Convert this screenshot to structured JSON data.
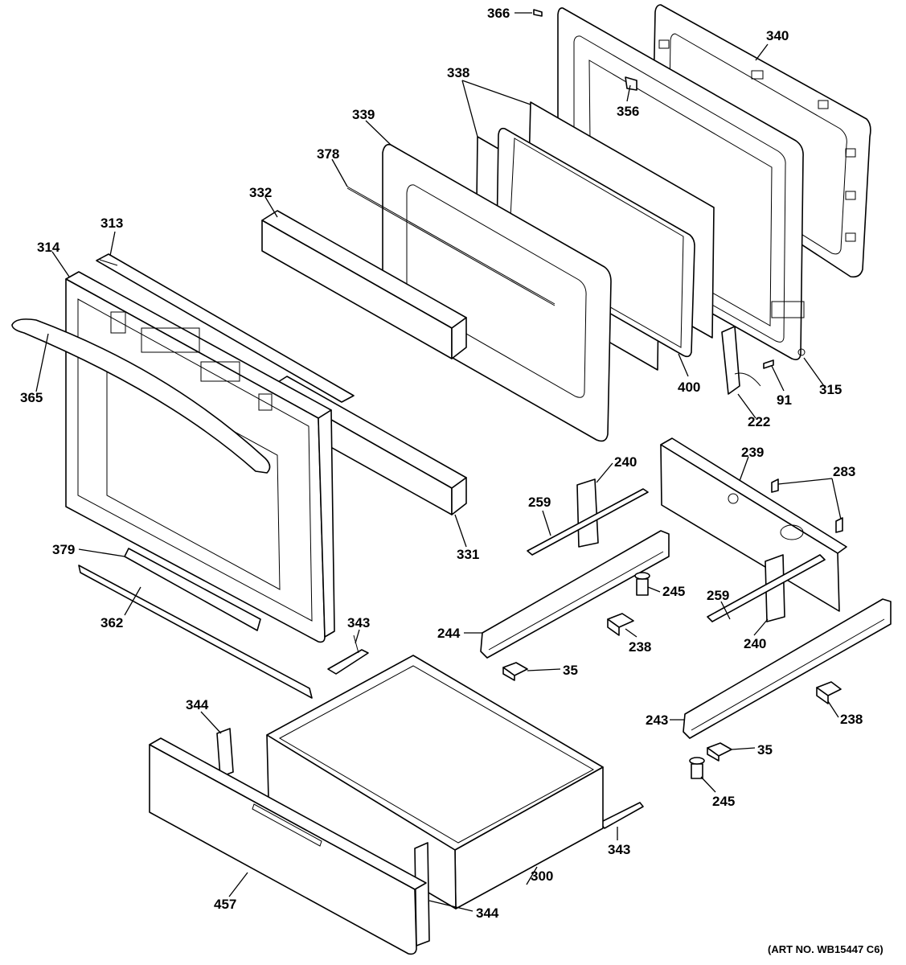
{
  "diagram": {
    "art_number": "(ART NO. WB15447 C6)",
    "callouts": [
      {
        "id": "c366",
        "label": "366"
      },
      {
        "id": "c340",
        "label": "340"
      },
      {
        "id": "c338",
        "label": "338"
      },
      {
        "id": "c356",
        "label": "356"
      },
      {
        "id": "c339",
        "label": "339"
      },
      {
        "id": "c378",
        "label": "378"
      },
      {
        "id": "c332",
        "label": "332"
      },
      {
        "id": "c313",
        "label": "313"
      },
      {
        "id": "c314",
        "label": "314"
      },
      {
        "id": "c365",
        "label": "365"
      },
      {
        "id": "c400",
        "label": "400"
      },
      {
        "id": "c91",
        "label": "91"
      },
      {
        "id": "c315",
        "label": "315"
      },
      {
        "id": "c222",
        "label": "222"
      },
      {
        "id": "c239",
        "label": "239"
      },
      {
        "id": "c240a",
        "label": "240"
      },
      {
        "id": "c283",
        "label": "283"
      },
      {
        "id": "c259a",
        "label": "259"
      },
      {
        "id": "c331",
        "label": "331"
      },
      {
        "id": "c379",
        "label": "379"
      },
      {
        "id": "c245a",
        "label": "245"
      },
      {
        "id": "c259b",
        "label": "259"
      },
      {
        "id": "c343a",
        "label": "343"
      },
      {
        "id": "c244",
        "label": "244"
      },
      {
        "id": "c238a",
        "label": "238"
      },
      {
        "id": "c240b",
        "label": "240"
      },
      {
        "id": "c362",
        "label": "362"
      },
      {
        "id": "c35a",
        "label": "35"
      },
      {
        "id": "c344a",
        "label": "344"
      },
      {
        "id": "c243",
        "label": "243"
      },
      {
        "id": "c238b",
        "label": "238"
      },
      {
        "id": "c35b",
        "label": "35"
      },
      {
        "id": "c245b",
        "label": "245"
      },
      {
        "id": "c343b",
        "label": "343"
      },
      {
        "id": "c300",
        "label": "300"
      },
      {
        "id": "c457",
        "label": "457"
      },
      {
        "id": "c344b",
        "label": "344"
      }
    ]
  }
}
